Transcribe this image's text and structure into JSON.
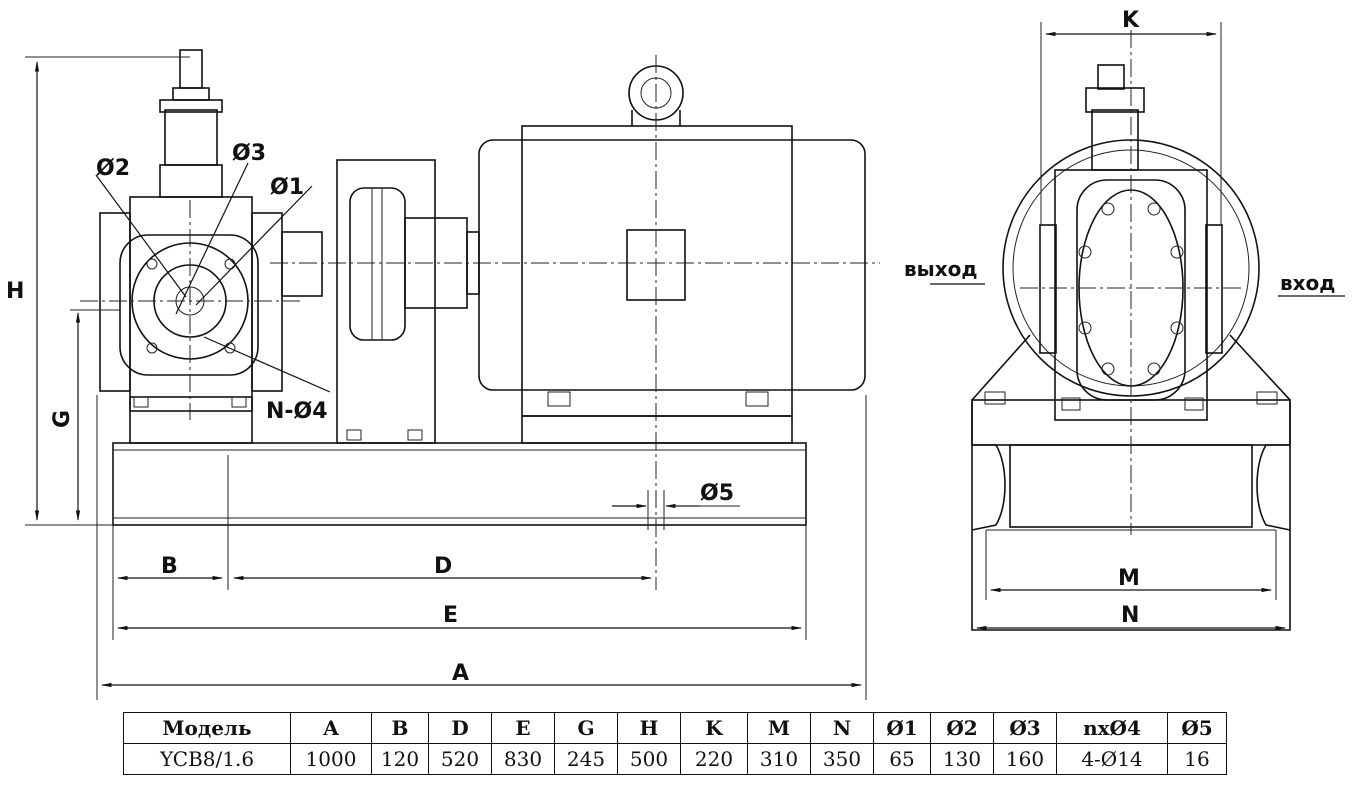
{
  "labels": {
    "d1": "Ø1",
    "d2": "Ø2",
    "d3": "Ø3",
    "d5": "Ø5",
    "n_d4": "N-Ø4",
    "A": "A",
    "B": "B",
    "D": "D",
    "E": "E",
    "G": "G",
    "H": "H",
    "K": "K",
    "M": "M",
    "N": "N",
    "outlet": "выход",
    "inlet": "вход"
  },
  "table": {
    "headers": [
      "Модель",
      "A",
      "B",
      "D",
      "E",
      "G",
      "H",
      "K",
      "M",
      "N",
      "Ø1",
      "Ø2",
      "Ø3",
      "nxØ4",
      "Ø5"
    ],
    "rows": [
      [
        "YCB8/1.6",
        "1000",
        "120",
        "520",
        "830",
        "245",
        "500",
        "220",
        "310",
        "350",
        "65",
        "130",
        "160",
        "4-Ø14",
        "16"
      ]
    ]
  }
}
